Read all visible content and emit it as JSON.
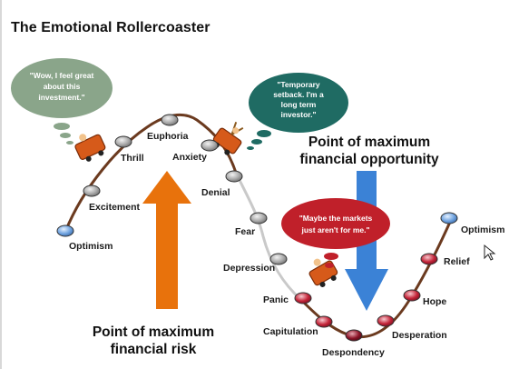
{
  "title": "The Emotional Rollercoaster",
  "stages": [
    {
      "label": "Optimism",
      "color": "#5b8fc9"
    },
    {
      "label": "Excitement",
      "color": "#9a9a9a"
    },
    {
      "label": "Thrill",
      "color": "#9a9a9a"
    },
    {
      "label": "Euphoria",
      "color": "#9a9a9a"
    },
    {
      "label": "Anxiety",
      "color": "#9a9a9a"
    },
    {
      "label": "Denial",
      "color": "#9a9a9a"
    },
    {
      "label": "Fear",
      "color": "#9a9a9a"
    },
    {
      "label": "Depression",
      "color": "#9a9a9a"
    },
    {
      "label": "Panic",
      "color": "#b0182a"
    },
    {
      "label": "Capitulation",
      "color": "#b0182a"
    },
    {
      "label": "Despondency",
      "color": "#7a1022"
    },
    {
      "label": "Desperation",
      "color": "#b0182a"
    },
    {
      "label": "Hope",
      "color": "#b0182a"
    },
    {
      "label": "Relief",
      "color": "#c8303f"
    },
    {
      "label": "Optimism",
      "color": "#5b8fc9"
    }
  ],
  "bubbles": {
    "wow": {
      "line1": "\"Wow, I feel great",
      "line2": "about this",
      "line3": "investment.\""
    },
    "temporary": {
      "line1": "\"Temporary",
      "line2": "setback. I'm a",
      "line3": "long term",
      "line4": "investor.\""
    },
    "maybe": {
      "line1": "\"Maybe the markets",
      "line2": "just aren't for me.\""
    }
  },
  "risk": {
    "line1": "Point of maximum",
    "line2": "financial risk"
  },
  "opportunity": {
    "line1": "Point of maximum",
    "line2": "financial opportunity"
  },
  "colors": {
    "track": "#6b3a1f",
    "track_light": "#9a9a9a",
    "risk_arrow": "#e8720c",
    "opportunity_arrow": "#3b82d6",
    "wow_bubble": "#8aa58a",
    "temporary_bubble": "#1f6b63",
    "maybe_bubble": "#c0202a"
  }
}
